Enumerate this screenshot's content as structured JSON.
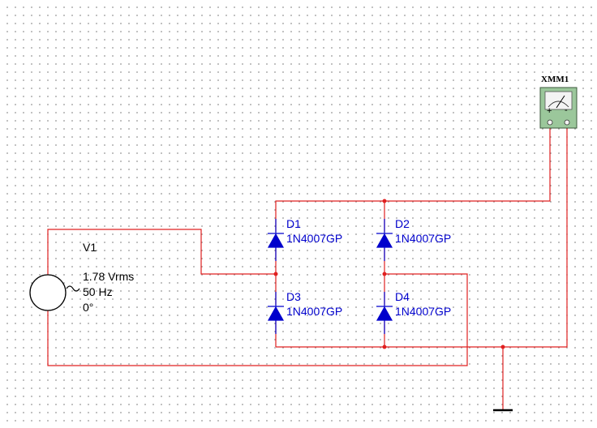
{
  "source": {
    "name": "V1",
    "amplitude": "1.78 Vrms",
    "frequency": "50 Hz",
    "phase": "0°"
  },
  "diodes": [
    {
      "ref": "D1",
      "model": "1N4007GP"
    },
    {
      "ref": "D2",
      "model": "1N4007GP"
    },
    {
      "ref": "D3",
      "model": "1N4007GP"
    },
    {
      "ref": "D4",
      "model": "1N4007GP"
    }
  ],
  "multimeter": {
    "ref": "XMM1",
    "terminal_plus": "+",
    "terminal_minus": "-"
  },
  "colors": {
    "wire": "#e02020",
    "component": "#0000cc",
    "junction": "#e02020",
    "meter_body": "#9bc79b",
    "ground": "#000000"
  }
}
